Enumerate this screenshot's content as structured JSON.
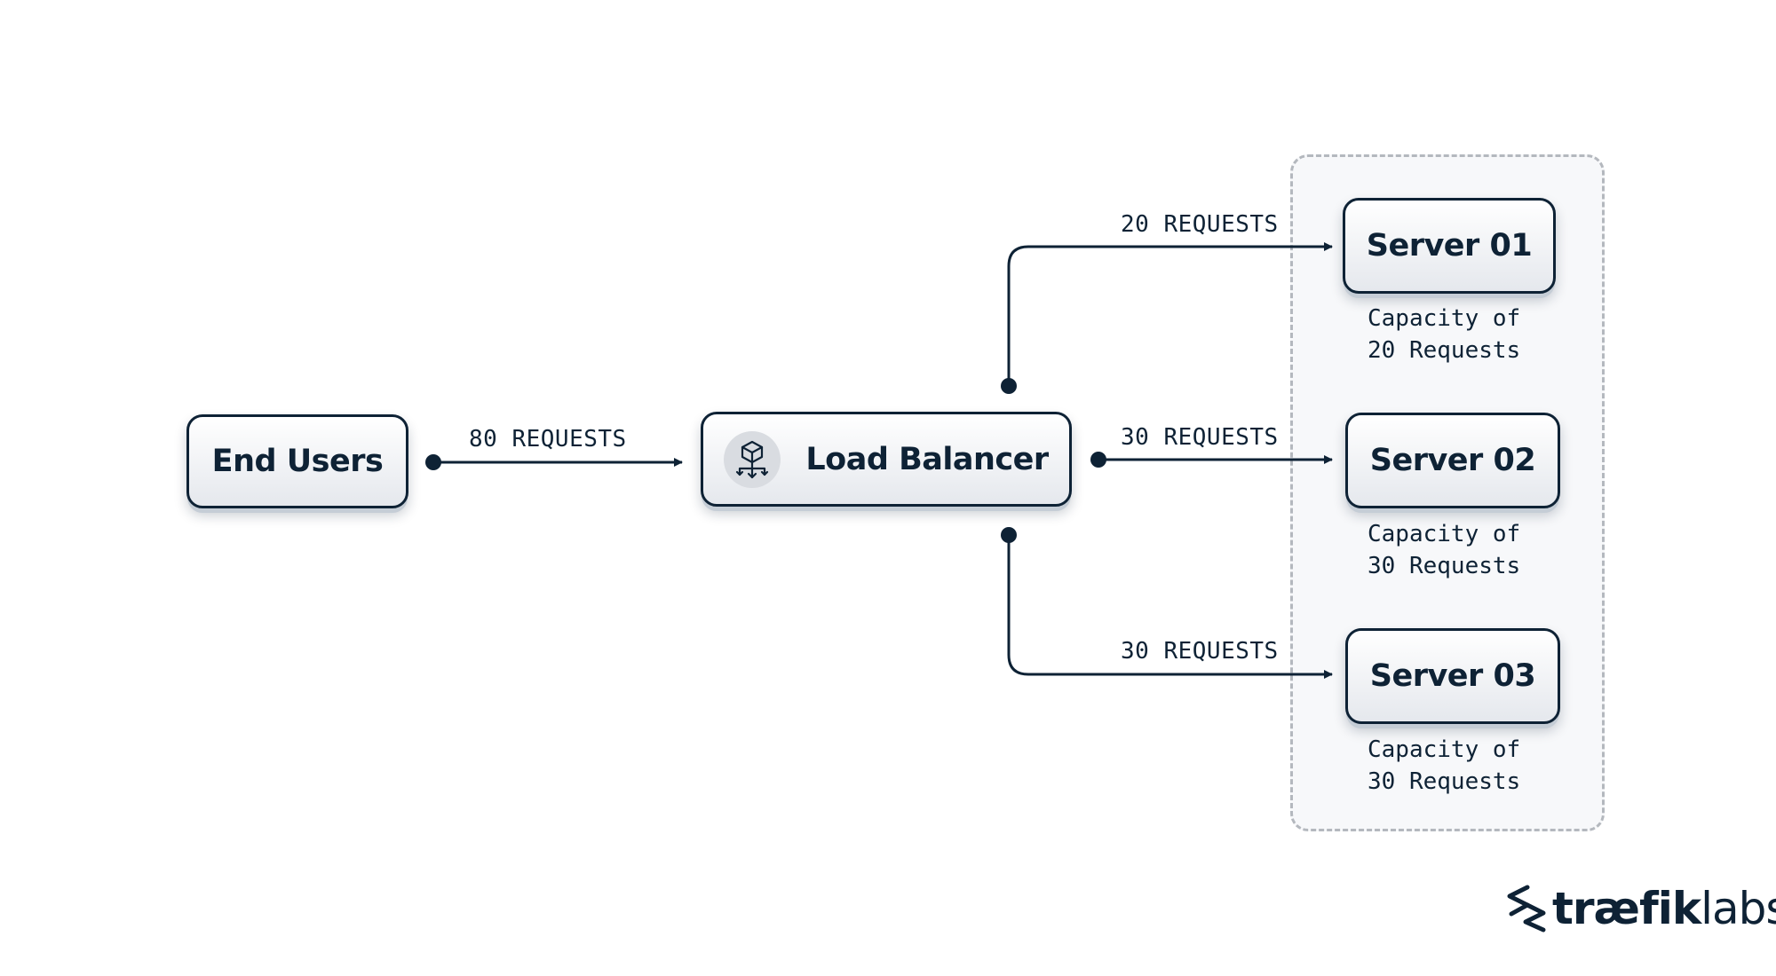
{
  "nodes": {
    "end_users": "End Users",
    "load_balancer": "Load Balancer",
    "server_01": "Server 01",
    "server_02": "Server 02",
    "server_03": "Server 03"
  },
  "edges": {
    "users_to_lb": "80 REQUESTS",
    "lb_to_server_01": "20 REQUESTS",
    "lb_to_server_02": "30 REQUESTS",
    "lb_to_server_03": "30 REQUESTS"
  },
  "capacities": {
    "server_01": "Capacity of\n20 Requests",
    "server_02": "Capacity of\n30 Requests",
    "server_03": "Capacity of\n30 Requests"
  },
  "logo": {
    "name_bold": "træfik",
    "name_light": "labs"
  },
  "colors": {
    "ink": "#0e2235",
    "cluster_border": "#b4b8be",
    "cluster_fill": "#f7f8fa"
  },
  "icons": {
    "load_balancer": "load-balancer-cube-icon",
    "logo_mark": "traefik-logo-icon"
  }
}
